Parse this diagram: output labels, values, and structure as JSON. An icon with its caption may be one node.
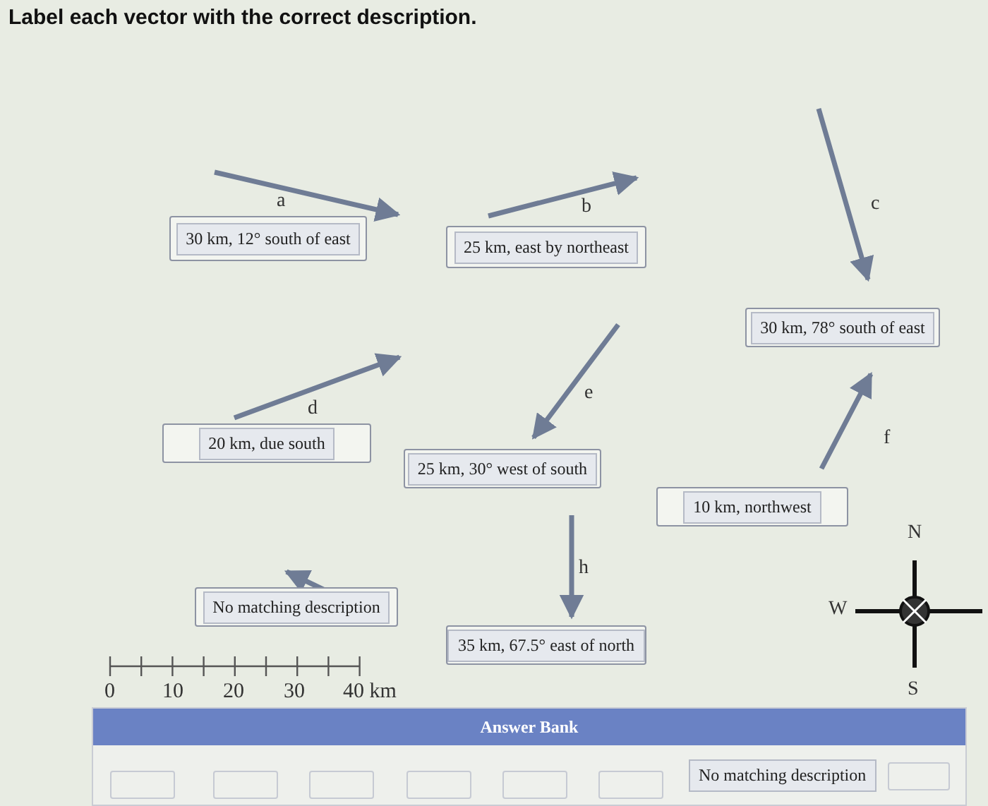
{
  "diagram": {
    "title": "Label each vector with the correct description.",
    "nodes": [
      {
        "text": [],
        "shape": "box"
      },
      {
        "text": [
          "30 km, 12° south of east"
        ],
        "in": 0
      },
      {
        "text": [],
        "shape": "box"
      },
      {
        "text": [
          "25 km, east by northeast"
        ],
        "in": 2
      },
      {
        "text": [],
        "shape": "box"
      },
      {
        "text": [
          "30 km, 78° south of east"
        ],
        "in": 4
      },
      {
        "text": [],
        "shape": "box"
      },
      {
        "text": [
          "20 km, due south"
        ],
        "in": 6
      },
      {
        "text": [],
        "shape": "box"
      },
      {
        "text": [
          "25 km, 30° west of south"
        ],
        "in": 8
      },
      {
        "text": [],
        "shape": "box"
      },
      {
        "text": [
          "10 km, northwest"
        ],
        "in": 10
      },
      {
        "text": [],
        "shape": "box"
      },
      {
        "text": [
          "No matching description"
        ],
        "in": 12
      },
      {
        "text": [],
        "shape": "box"
      },
      {
        "text": [
          "35 km, 67.5° east of north"
        ],
        "in": 14
      },
      {
        "text": [
          "Answer Bank"
        ]
      },
      {
        "text": [],
        "shape": "box",
        "in": 16
      },
      {
        "text": [],
        "shape": "box",
        "in": 16
      },
      {
        "text": [],
        "shape": "box",
        "in": 16
      },
      {
        "text": [],
        "shape": "box",
        "in": 16
      },
      {
        "text": [],
        "shape": "box",
        "in": 16
      },
      {
        "text": [],
        "shape": "box",
        "in": 16
      },
      {
        "text": [
          "No matching description"
        ],
        "in": 16
      },
      {
        "text": [],
        "shape": "box",
        "in": 16
      }
    ],
    "labels": [
      "a",
      "b",
      "c",
      "d",
      "e",
      "f",
      "h",
      "0",
      "10",
      "20",
      "30",
      "40 km",
      "N",
      "W",
      "S"
    ]
  }
}
